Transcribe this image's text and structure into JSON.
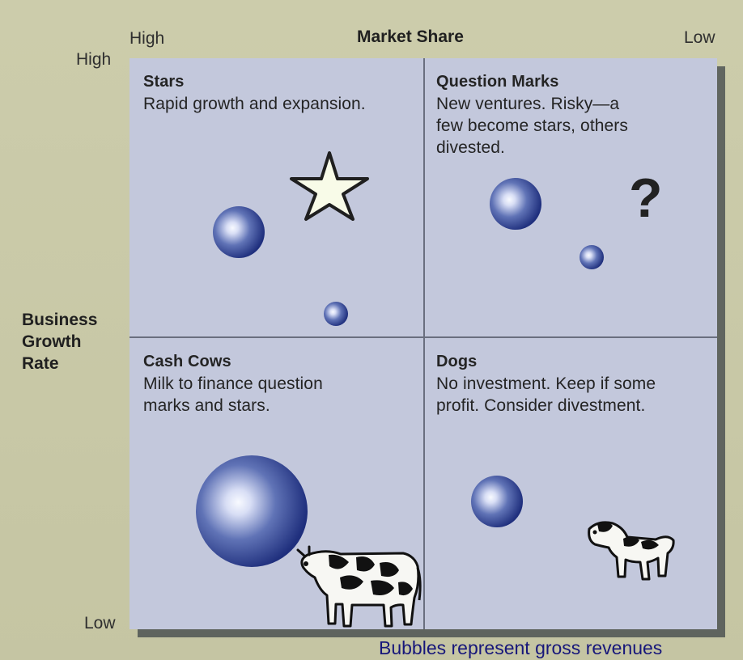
{
  "chart_data": {
    "type": "scatter",
    "title": "",
    "xlabel": "Market Share",
    "ylabel": "Business Growth Rate",
    "x_axis": {
      "high_label": "High",
      "low_label": "Low"
    },
    "y_axis": {
      "high_label": "High",
      "low_label": "Low"
    },
    "note": "Bubbles represent gross revenues",
    "quadrants": [
      {
        "name": "Stars",
        "description": "Rapid growth and expansion."
      },
      {
        "name": "Question Marks",
        "description": "New ventures. Risky—a\nfew become stars, others\ndivested."
      },
      {
        "name": "Cash Cows",
        "description": "Milk to finance question\nmarks and stars."
      },
      {
        "name": "Dogs",
        "description": "No investment. Keep if some\nprofit. Consider divestment."
      }
    ],
    "bubbles": [
      {
        "quadrant": "Stars",
        "relative_size": "medium"
      },
      {
        "quadrant": "Stars",
        "relative_size": "small"
      },
      {
        "quadrant": "Question Marks",
        "relative_size": "medium"
      },
      {
        "quadrant": "Question Marks",
        "relative_size": "small"
      },
      {
        "quadrant": "Cash Cows",
        "relative_size": "large"
      },
      {
        "quadrant": "Dogs",
        "relative_size": "medium"
      }
    ],
    "icons": [
      {
        "quadrant": "Stars",
        "name": "star-icon"
      },
      {
        "quadrant": "Question Marks",
        "name": "question-mark-icon",
        "text": "?"
      },
      {
        "quadrant": "Cash Cows",
        "name": "cow-icon"
      },
      {
        "quadrant": "Dogs",
        "name": "dog-icon"
      }
    ],
    "colors": {
      "matrix_background": "#c3c8dc",
      "paper_background": "#c9c9a6",
      "bubble_base": "#1f2f7d",
      "bubble_highlight": "#f8faff",
      "note_text": "#17177a",
      "grid": "#6a6f7f"
    }
  }
}
